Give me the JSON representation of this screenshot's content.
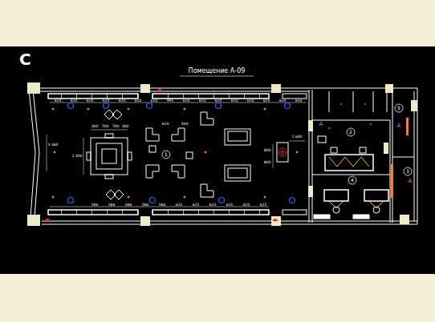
{
  "diagram": {
    "title": "Помещение А-09",
    "labels": [
      "С",
      "1",
      "2",
      "3",
      "4",
      "5",
      "А",
      "А",
      "А",
      "610",
      "610",
      "610",
      "610",
      "610",
      "610",
      "610",
      "995",
      "610",
      "610",
      "610",
      "610",
      "610",
      "610",
      "610",
      "610",
      "586",
      "586",
      "586",
      "586",
      "586",
      "625",
      "625",
      "625",
      "625",
      "625",
      "625",
      "3 360",
      "2 300",
      "300",
      "700",
      "700",
      "300",
      "500",
      "610",
      "1 600",
      "800",
      "800"
    ]
  }
}
